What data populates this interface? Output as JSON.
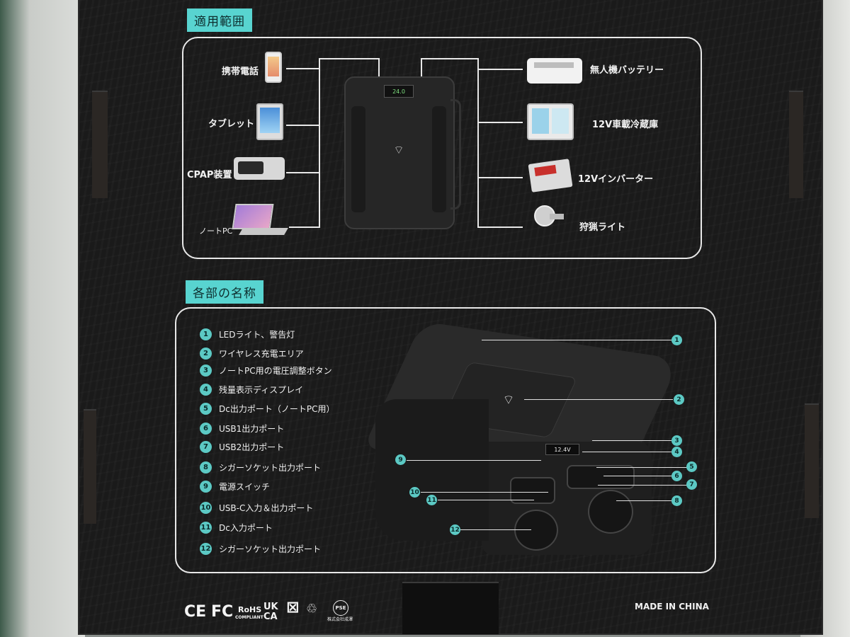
{
  "usage_section": {
    "title": "適用範囲",
    "left_devices": [
      "携帯電話",
      "タブレット",
      "CPAP装置",
      "ノートPC"
    ],
    "right_devices": [
      "無人機バッテリー",
      "12V車載冷蔵庫",
      "12Vインバーター",
      "狩猟ライト"
    ],
    "display_reading": "24.0"
  },
  "parts_section": {
    "title": "各部の名称",
    "items": [
      {
        "num": "1",
        "label": "LEDライト、警告灯"
      },
      {
        "num": "2",
        "label": "ワイヤレス充電エリア"
      },
      {
        "num": "3",
        "label": "ノートPC用の電圧調整ボタン"
      },
      {
        "num": "4",
        "label": "残量表示ディスプレイ"
      },
      {
        "num": "5",
        "label": "Dc出力ポート（ノートPC用）"
      },
      {
        "num": "6",
        "label": "USB1出力ポート"
      },
      {
        "num": "7",
        "label": "USB2出力ポート"
      },
      {
        "num": "8",
        "label": "シガーソケット出力ポート"
      },
      {
        "num": "9",
        "label": "電源スイッチ"
      },
      {
        "num": "10",
        "label": "USB-C入力＆出力ポート"
      },
      {
        "num": "11",
        "label": "Dc入力ポート"
      },
      {
        "num": "12",
        "label": "シガーソケット出力ポート"
      }
    ],
    "product_display": "12.4V"
  },
  "footer": {
    "marks": [
      "CE",
      "FC",
      "RoHS",
      "COMPLIANT",
      "UK",
      "CA",
      "PSE",
      "株式会社成澤"
    ],
    "made_in": "MADE IN CHINA"
  },
  "colors": {
    "accent": "#5cc9c4",
    "box": "#1a1a1a",
    "line": "#e8e8e8"
  }
}
